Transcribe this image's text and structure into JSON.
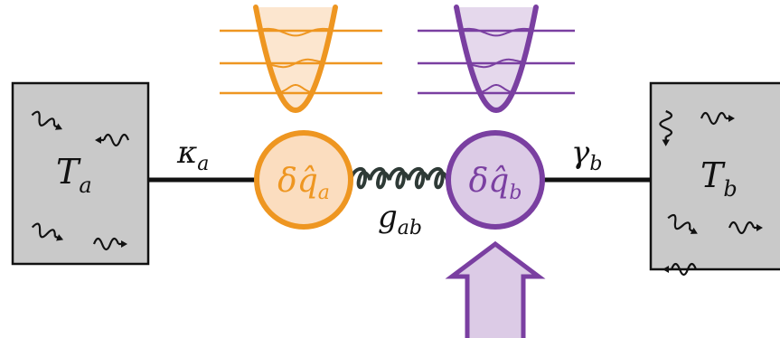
{
  "colors": {
    "orange": "#EE9621",
    "orange_fill": "#FBDDBF",
    "purple": "#7A3FA1",
    "purple_fill": "#DCCBE6",
    "bath_fill": "#C9C9C9",
    "link": "#111111",
    "spring": "#2E3A36"
  },
  "labels": {
    "bath_a": {
      "main": "T",
      "sub": "a"
    },
    "bath_b": {
      "main": "T",
      "sub": "b"
    },
    "kappa": {
      "main": "κ",
      "sub": "a"
    },
    "gamma": {
      "main": "γ",
      "sub": "b"
    },
    "coupling": {
      "main": "g",
      "sub": "ab"
    },
    "mode_a": {
      "main": "δq̂",
      "sub": "a"
    },
    "mode_b": {
      "main": "δq̂",
      "sub": "b"
    }
  },
  "icons": {
    "wavy_arrow": "wavy-arrow-icon",
    "harmonic_well": "harmonic-potential-icon",
    "drive_arrow": "drive-arrow-icon"
  }
}
